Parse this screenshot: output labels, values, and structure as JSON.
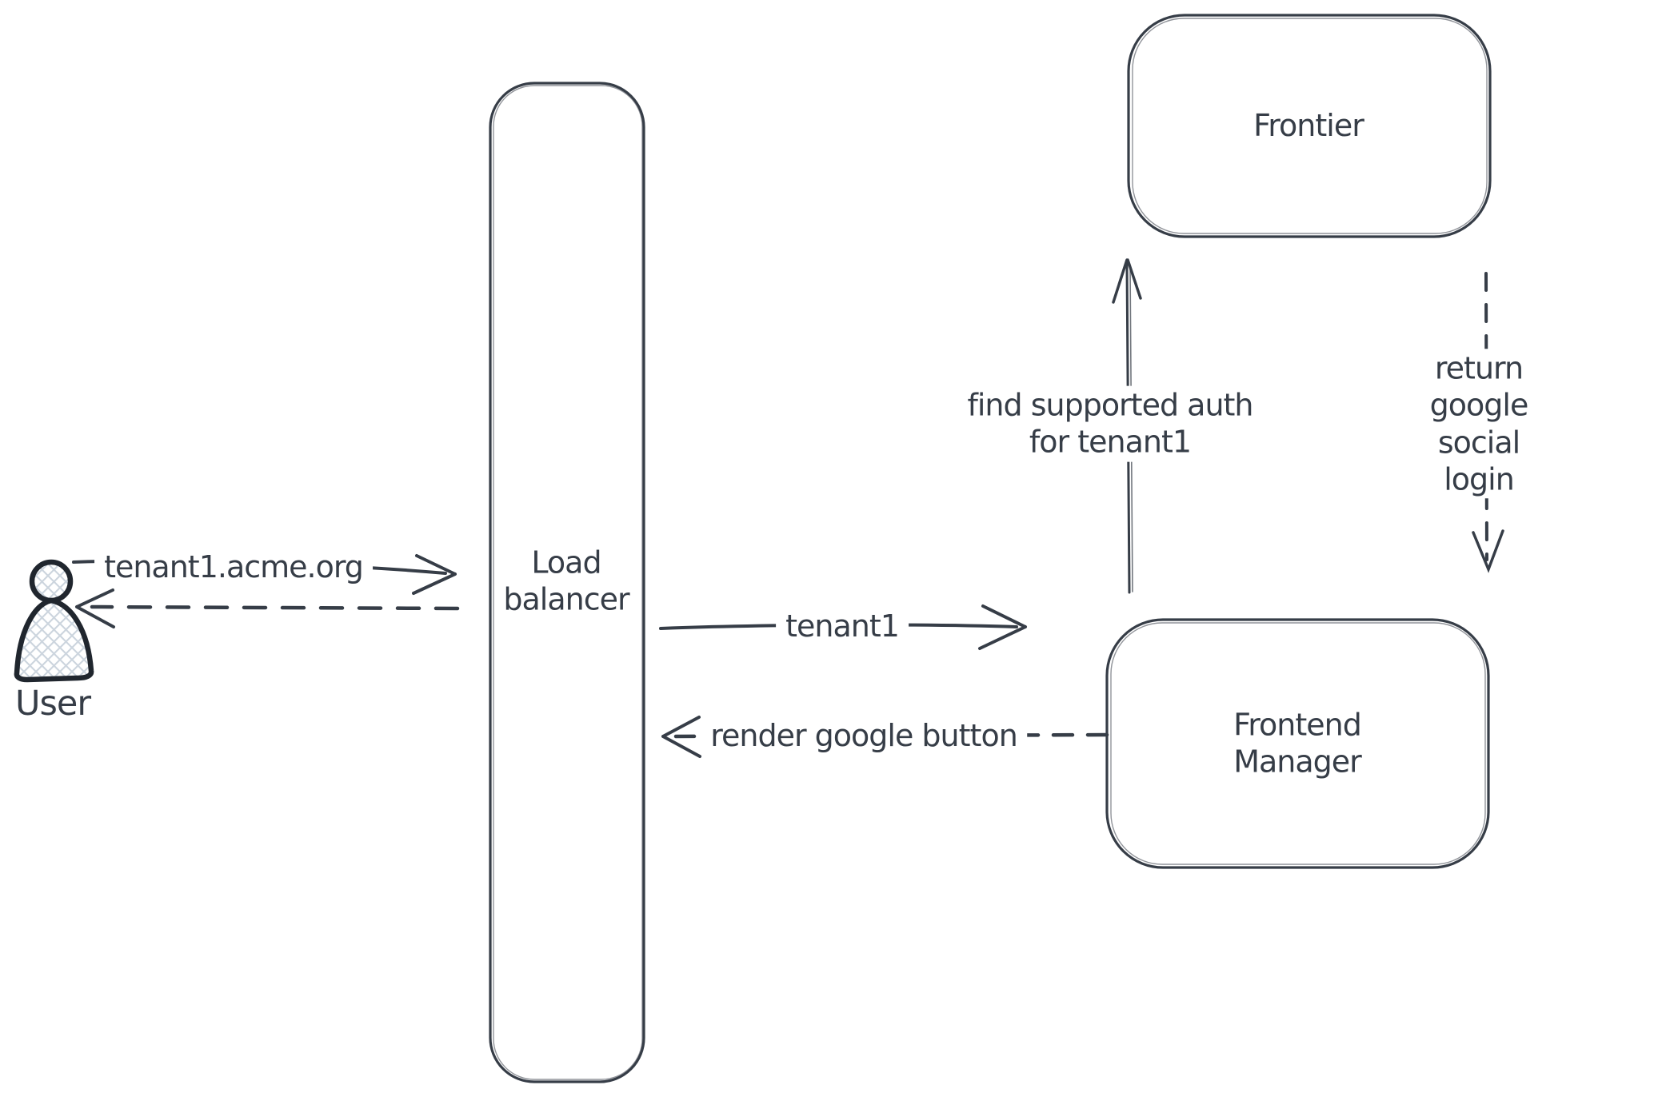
{
  "diagram": {
    "background_color": "#ffffff",
    "stroke_color": "#363d47",
    "figure_outline_color": "#20262e",
    "user_figure_hatch_color": "#ccd5de",
    "nodes": {
      "user": {
        "label": "User",
        "shape": "person-figure"
      },
      "load_balancer": {
        "label": "Load\nbalancer",
        "shape": "rounded-rectangle"
      },
      "frontier": {
        "label": "Frontier",
        "shape": "rounded-rectangle"
      },
      "frontend_manager": {
        "label": "Frontend\nManager",
        "shape": "rounded-rectangle"
      }
    },
    "edges": {
      "tenant1_acme_org": {
        "label": "tenant1.acme.org",
        "from": "user",
        "to": "load_balancer",
        "line": "solid"
      },
      "reply_to_user": {
        "label": "",
        "from": "load_balancer",
        "to": "user",
        "line": "dashed"
      },
      "tenant1": {
        "label": "tenant1",
        "from": "load_balancer",
        "to": "frontend_manager",
        "line": "solid"
      },
      "render_google_button": {
        "label": "render google button",
        "from": "frontend_manager",
        "to": "load_balancer",
        "line": "dashed"
      },
      "find_supported_auth": {
        "label": "find supported auth\nfor tenant1",
        "from": "frontend_manager",
        "to": "frontier",
        "line": "solid"
      },
      "return_google_social_login": {
        "label": "return google social\nlogin",
        "from": "frontier",
        "to": "frontend_manager",
        "line": "dashed"
      }
    }
  }
}
